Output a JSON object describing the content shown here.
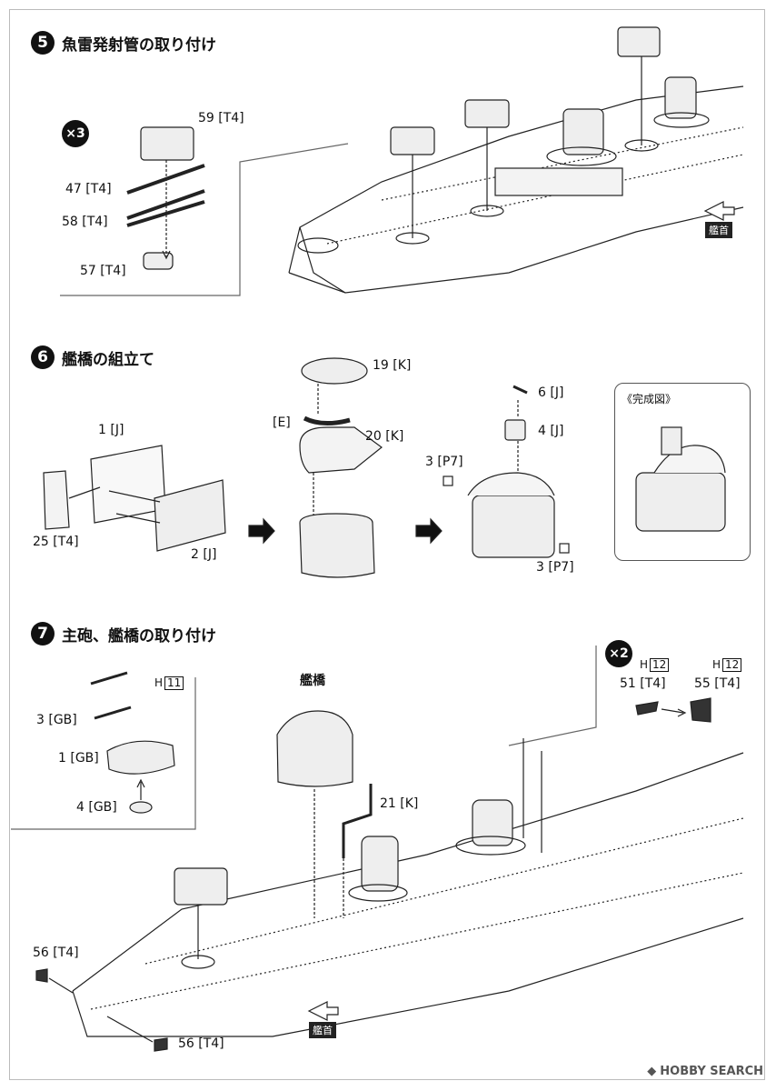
{
  "step5": {
    "number": "5",
    "title": "魚雷発射管の取り付け",
    "multiplier": "×3",
    "parts": {
      "p59": "59 [T4]",
      "p47": "47 [T4]",
      "p58": "58 [T4]",
      "p57": "57 [T4]"
    },
    "bow_label": "艦首"
  },
  "step6": {
    "number": "6",
    "title": "艦橋の組立て",
    "parts": {
      "p1": "1 [J]",
      "p25": "25 [T4]",
      "p2": "2 [J]",
      "p19": "19 [K]",
      "pE": "[E]",
      "p20": "20 [K]",
      "p6": "6 [J]",
      "p4": "4 [J]",
      "p3a": "3 [P7]",
      "p3b": "3 [P7]"
    },
    "completed_label": "《完成図》"
  },
  "step7": {
    "number": "7",
    "title": "主砲、艦橋の取り付け",
    "multiplier": "×2",
    "h11_prefix": "H",
    "h11_box": "11",
    "h12a_prefix": "H",
    "h12a_box": "12",
    "h12b_prefix": "H",
    "h12b_box": "12",
    "parts": {
      "p3gb": "3 [GB]",
      "p1gb": "1 [GB]",
      "p4gb": "4 [GB]",
      "bridge": "艦橋",
      "p21": "21 [K]",
      "p51": "51 [T4]",
      "p55": "55 [T4]",
      "p56a": "56 [T4]",
      "p56b": "56 [T4]"
    },
    "bow_label": "艦首"
  },
  "watermark": "HOBBY SEARCH"
}
